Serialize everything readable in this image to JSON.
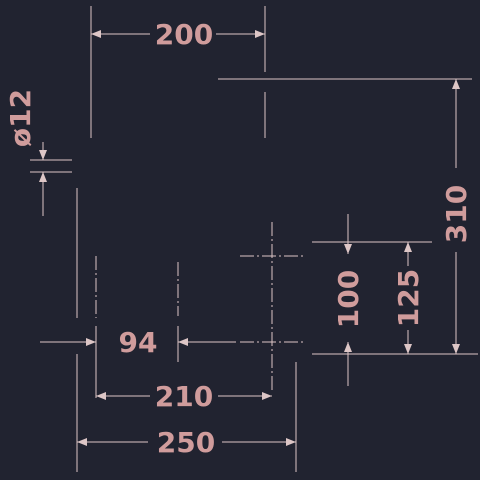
{
  "drawing": {
    "line_color": "#ddc6c6",
    "label_color": "#d09c9c",
    "background": "#212330"
  },
  "dimensions": {
    "width_top": "200",
    "pipe_diameter": "ø12",
    "height_total": "310",
    "height_125": "125",
    "height_100": "100",
    "offset_94": "94",
    "width_210": "210",
    "width_250": "250"
  }
}
